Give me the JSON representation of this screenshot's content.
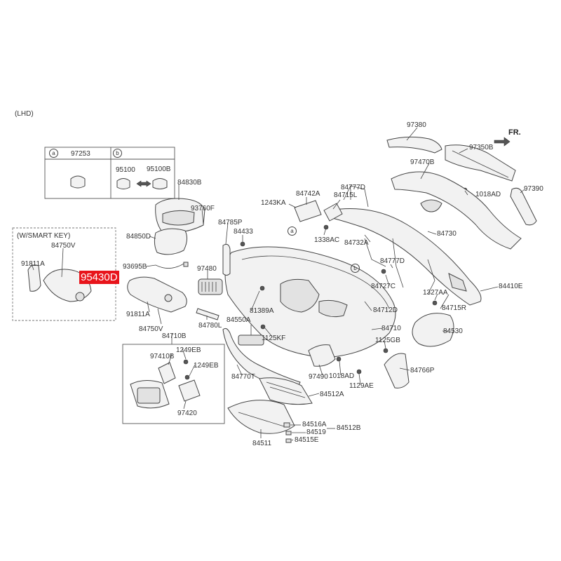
{
  "header": {
    "variant": "(LHD)",
    "direction": "FR."
  },
  "legend": {
    "a_marker": "a",
    "b_marker": "b",
    "a_part": "97253",
    "b_part_left": "95100",
    "b_part_right": "95100B"
  },
  "smart_key": {
    "title": "(W/SMART KEY)",
    "labels": [
      "84750V",
      "91811A"
    ],
    "highlight": "95430D"
  },
  "inset_box": {
    "labels": [
      "97410B",
      "1249EB",
      "1249EB",
      "97420"
    ]
  },
  "part_labels": [
    "97380",
    "97350B",
    "97470B",
    "1018AD",
    "97390",
    "84830B",
    "93760F",
    "84850D",
    "93695B",
    "91811A",
    "84750V",
    "84785P",
    "84433",
    "97480",
    "84780L",
    "84710B",
    "84742A",
    "1243KA",
    "84777D",
    "84715L",
    "1338AC",
    "84732A",
    "84730",
    "84777D",
    "84727C",
    "1327AA",
    "84715R",
    "84410E",
    "84712D",
    "81389A",
    "84550A",
    "1125KF",
    "84710",
    "1125GB",
    "84530",
    "84766P",
    "97490",
    "1018AD",
    "1129AE",
    "84770T",
    "84512A",
    "84516A",
    "84519",
    "84512B",
    "84515E",
    "84511"
  ]
}
